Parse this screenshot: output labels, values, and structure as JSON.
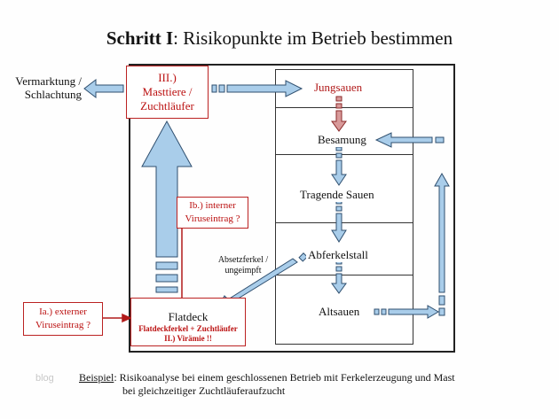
{
  "title": {
    "bold": "Schritt I",
    "rest": ": Risikopunkte im Betrieb bestimmen"
  },
  "masttiere": {
    "line1": "III.)",
    "line2": "Masttiere /",
    "line3": "Zuchtläufer"
  },
  "vermarktung": {
    "line1": "Vermarktung /",
    "line2": "Schlachtung"
  },
  "stages": {
    "jungsauen": "Jungsauen",
    "besamung": "Besamung",
    "tragende": "Tragende Sauen",
    "abferkel": "Abferkelstall",
    "altsauen": "Altsauen"
  },
  "internal": {
    "line1": "Ib.) interner",
    "line2": "Viruseintrag ?"
  },
  "external": {
    "line1": "Ia.) externer",
    "line2": "Viruseintrag ?"
  },
  "flatdeck": {
    "line1": "Flatdeck",
    "line2": "Flatdeckferkel + Zuchtläufer",
    "line3": "II.) Virämie !!"
  },
  "absetz": {
    "line1": "Absetzferkel /",
    "line2": "ungeimpft"
  },
  "footer": {
    "prefix": "Beispiel",
    "line1": ": Risikoanalyse bei einem geschlossenen Betrieb mit Ferkelerzeugung und Mast",
    "line2": "bei gleichzeitiger Zuchtläuferaufzucht"
  },
  "watermark": "blog",
  "colors": {
    "arrow_fill": "#a9cdea",
    "arrow_stroke": "#2f4f6f",
    "red": "#b11a1a",
    "red_arrow": "#c86a6a"
  }
}
